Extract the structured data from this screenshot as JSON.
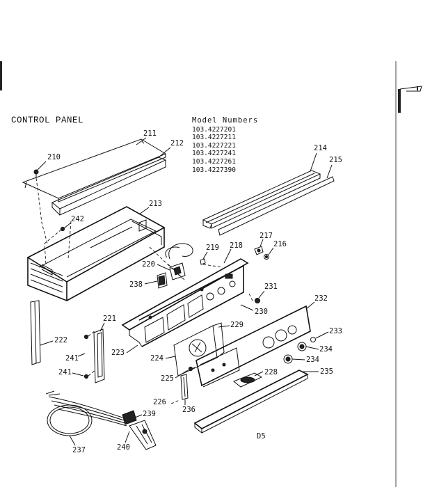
{
  "title": "CONTROL PANEL",
  "models": {
    "header": "Model Numbers",
    "numbers": [
      "103.4227201",
      "103.4227211",
      "103.4227221",
      "103.4227241",
      "103.4227261",
      "103.4227390"
    ]
  },
  "sheet_id": "D5",
  "callouts": [
    "210",
    "211",
    "212",
    "213",
    "214",
    "215",
    "216",
    "217",
    "218",
    "219",
    "220",
    "221",
    "222",
    "223",
    "224",
    "225",
    "226",
    "228",
    "229",
    "230",
    "231",
    "232",
    "233",
    "234",
    "234",
    "235",
    "236",
    "237",
    "238",
    "239",
    "240",
    "241",
    "241",
    "242"
  ]
}
